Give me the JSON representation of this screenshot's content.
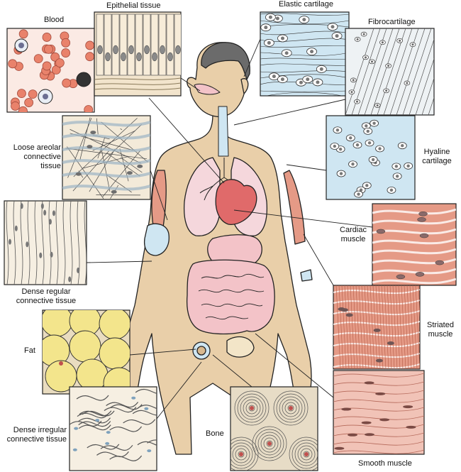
{
  "labels": {
    "blood": "Blood",
    "epithelial": "Epithelial tissue",
    "elastic": "Elastic cartilage",
    "fibro": "Fibrocartilage",
    "loose_l1": "Loose areolar",
    "loose_l2": "connective",
    "loose_l3": "tissue",
    "hyaline_l1": "Hyaline",
    "hyaline_l2": "cartilage",
    "cardiac_l1": "Cardiac",
    "cardiac_l2": "muscle",
    "dense_reg_l1": "Dense regular",
    "dense_reg_l2": "connective tissue",
    "striated_l1": "Striated",
    "striated_l2": "muscle",
    "fat": "Fat",
    "dense_irr_l1": "Dense irregular",
    "dense_irr_l2": "connective tissue",
    "bone": "Bone",
    "smooth": "Smooth muscle"
  },
  "colors": {
    "skin": "#e9cfa9",
    "skin_shadow": "#d9b98f",
    "hair": "#6b6b6b",
    "blood_cell": "#e9826b",
    "cartilage_blue": "#cfe6f2",
    "muscle": "#e59a86",
    "fat_yellow": "#f3e58c",
    "lung": "#f5d7dc",
    "heart": "#e06a6a",
    "intestine": "#f3c3c8",
    "outline": "#222222"
  }
}
